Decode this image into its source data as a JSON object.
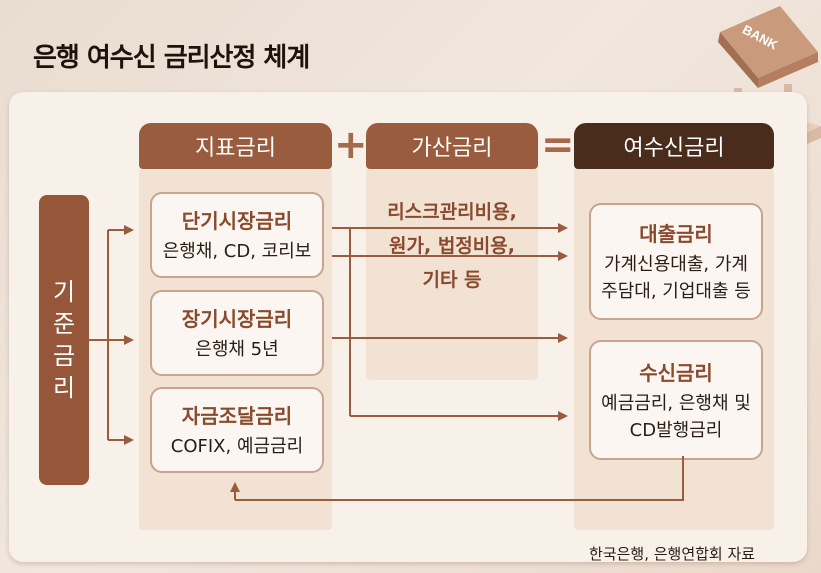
{
  "title": "은행 여수신 금리산정 체계",
  "columns": {
    "index_rate": "지표금리",
    "add_rate": "가산금리",
    "final_rate": "여수신금리"
  },
  "operators": {
    "plus": "+",
    "equals": "="
  },
  "base_rate": [
    "기",
    "준",
    "금",
    "리"
  ],
  "index_items": [
    {
      "title": "단기시장금리",
      "sub": "은행채, CD, 코리보"
    },
    {
      "title": "장기시장금리",
      "sub": "은행채 5년"
    },
    {
      "title": "자금조달금리",
      "sub": "COFIX, 예금금리"
    }
  ],
  "add_items": [
    "리스크관리비용,",
    "원가, 법정비용,",
    "기타 등"
  ],
  "final_items": [
    {
      "title": "대출금리",
      "lines": [
        "가계신용대출, 가계",
        "주담대, 기업대출 등"
      ]
    },
    {
      "title": "수신금리",
      "lines": [
        "예금금리, 은행채 및",
        "CD발행금리"
      ]
    }
  ],
  "bank_sign": "BANK",
  "source": "한국은행, 은행연합회 자료",
  "colors": {
    "dark_brown": "#4a2c1d",
    "mid_brown": "#9a5c3f",
    "accent": "#8a4a2d"
  }
}
